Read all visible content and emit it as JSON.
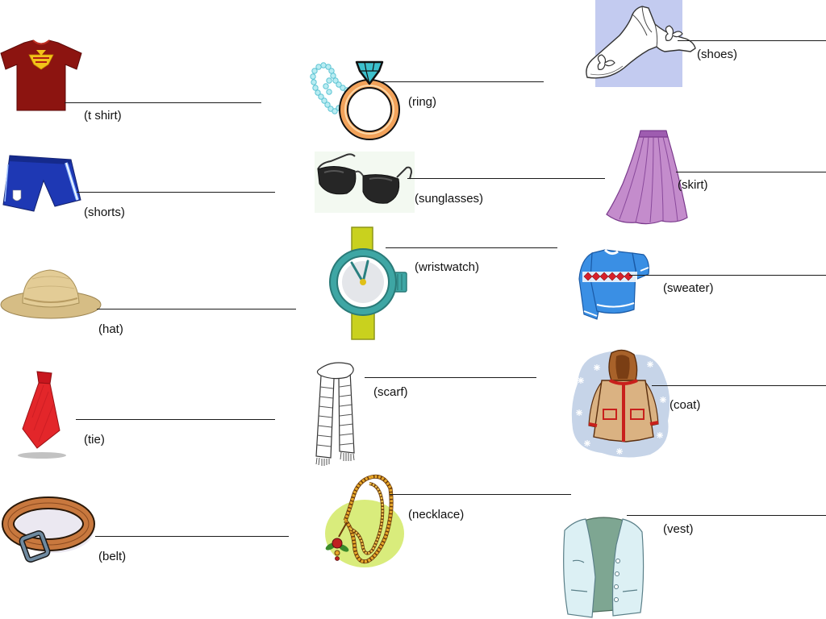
{
  "items": [
    {
      "label": "(t shirt)",
      "icon": "t-shirt-icon"
    },
    {
      "label": "(shorts)",
      "icon": "shorts-icon"
    },
    {
      "label": "(hat)",
      "icon": "hat-icon"
    },
    {
      "label": "(tie)",
      "icon": "tie-icon"
    },
    {
      "label": "(belt)",
      "icon": "belt-icon"
    },
    {
      "label": "(ring)",
      "icon": "ring-icon"
    },
    {
      "label": "(sunglasses)",
      "icon": "sunglasses-icon"
    },
    {
      "label": "(wristwatch)",
      "icon": "wristwatch-icon"
    },
    {
      "label": "(scarf)",
      "icon": "scarf-icon"
    },
    {
      "label": "(necklace)",
      "icon": "necklace-icon"
    },
    {
      "label": "(shoes)",
      "icon": "shoes-icon"
    },
    {
      "label": "(skirt)",
      "icon": "skirt-icon"
    },
    {
      "label": "(sweater)",
      "icon": "sweater-icon"
    },
    {
      "label": "(coat)",
      "icon": "coat-icon"
    },
    {
      "label": "(vest)",
      "icon": "vest-icon"
    }
  ]
}
